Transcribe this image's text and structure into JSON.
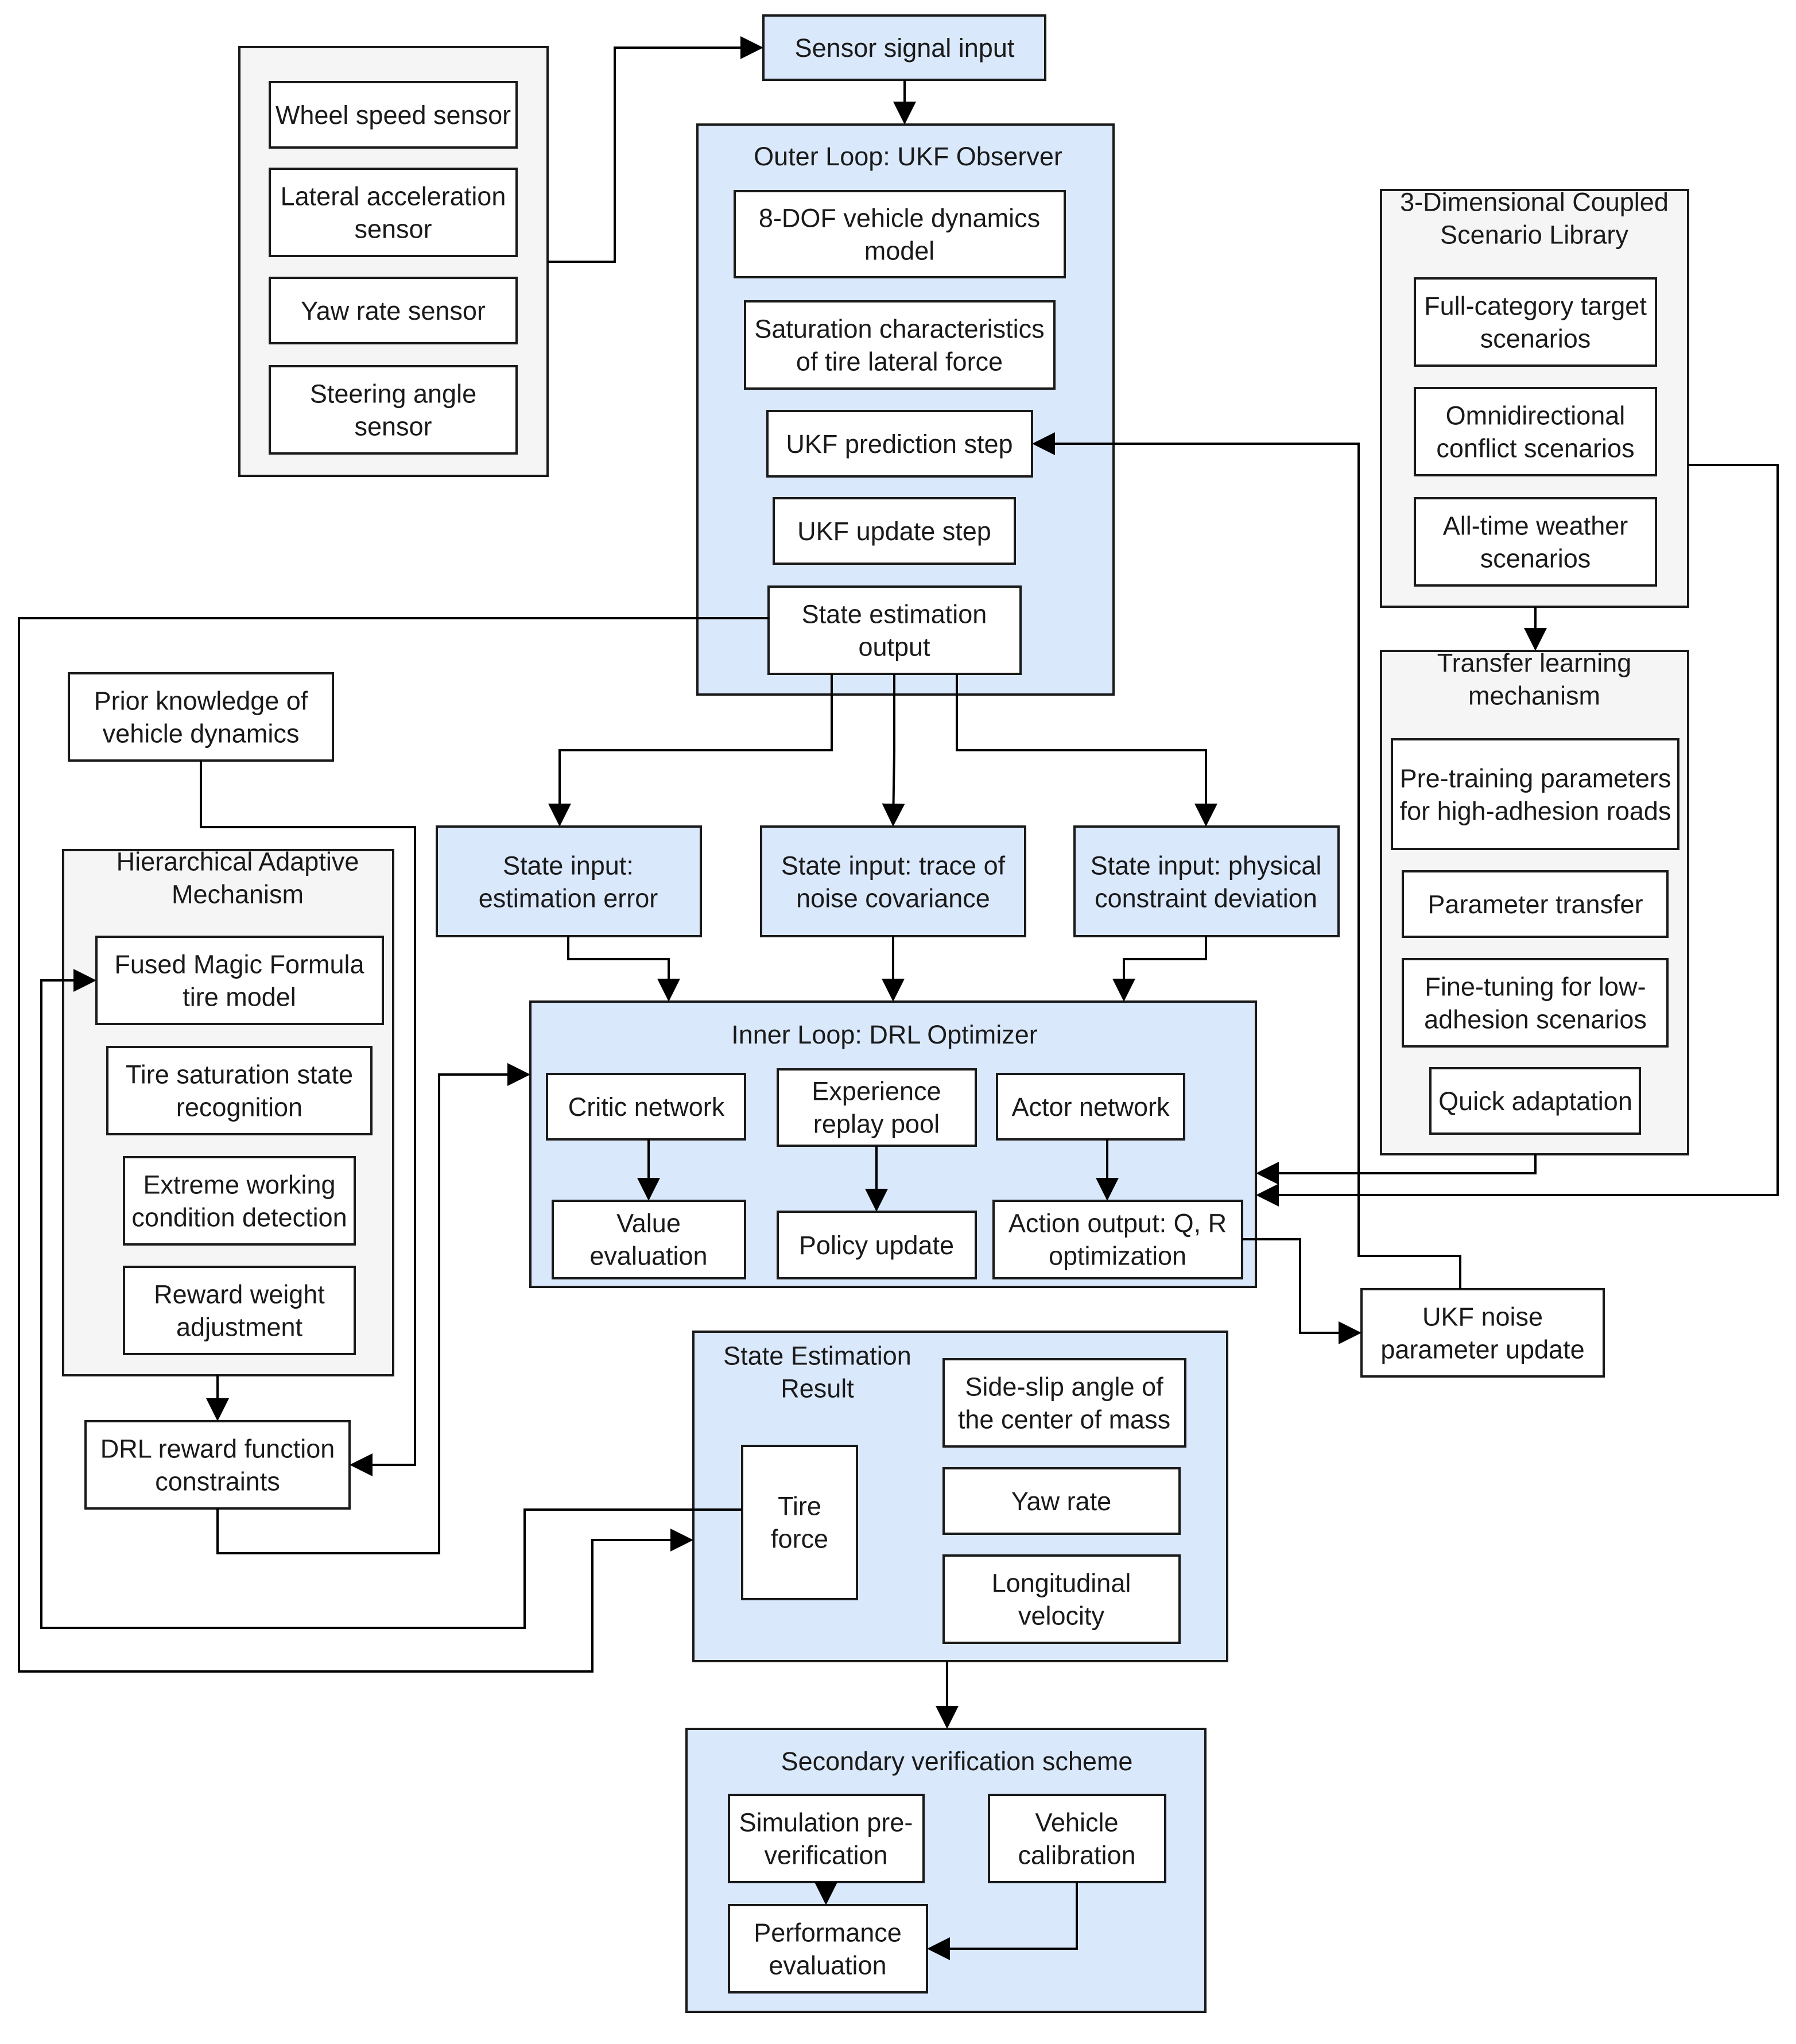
{
  "sensors": {
    "wheel_speed": [
      "Wheel speed sensor"
    ],
    "lateral_accel": [
      "Lateral acceleration",
      "sensor"
    ],
    "yaw_rate": [
      "Yaw rate sensor"
    ],
    "steering_angle": [
      "Steering angle",
      "sensor"
    ]
  },
  "sensor_signal_input": [
    "Sensor signal input"
  ],
  "outer_loop": {
    "title": [
      "Outer Loop: UKF Observer"
    ],
    "vehicle_model": [
      "8-DOF vehicle dynamics",
      "model"
    ],
    "tire_saturation": [
      "Saturation characteristics",
      "of tire lateral force"
    ],
    "prediction": [
      "UKF prediction step"
    ],
    "update": [
      "UKF update step"
    ],
    "state_output": [
      "State estimation",
      "output"
    ]
  },
  "scenario_library": {
    "title": [
      "3-Dimensional Coupled",
      "Scenario Library"
    ],
    "target": [
      "Full-category target",
      "scenarios"
    ],
    "conflict": [
      "Omnidirectional",
      "conflict scenarios"
    ],
    "weather": [
      "All-time weather",
      "scenarios"
    ]
  },
  "transfer_learning": {
    "title": [
      "Transfer learning",
      "mechanism"
    ],
    "pretraining": [
      "Pre-training parameters",
      "for high-adhesion roads"
    ],
    "transfer": [
      "Parameter transfer"
    ],
    "finetune": [
      "Fine-tuning for low-",
      "adhesion scenarios"
    ],
    "quick": [
      "Quick adaptation"
    ]
  },
  "prior_knowledge": [
    "Prior knowledge of",
    "vehicle dynamics"
  ],
  "hierarchical": {
    "title": [
      "Hierarchical Adaptive",
      "Mechanism"
    ],
    "magic_formula": [
      "Fused Magic Formula",
      "tire model"
    ],
    "saturation_recog": [
      "Tire saturation state",
      "recognition"
    ],
    "extreme": [
      "Extreme working",
      "condition detection"
    ],
    "reward_weight": [
      "Reward weight",
      "adjustment"
    ]
  },
  "state_inputs": {
    "error": [
      "State input:",
      "estimation error"
    ],
    "covariance": [
      "State input: trace of",
      "noise covariance"
    ],
    "constraint": [
      "State input: physical",
      "constraint deviation"
    ]
  },
  "inner_loop": {
    "title": [
      "Inner Loop: DRL Optimizer"
    ],
    "critic": [
      "Critic network"
    ],
    "replay": [
      "Experience",
      "replay pool"
    ],
    "actor": [
      "Actor network"
    ],
    "value": [
      "Value",
      "evaluation"
    ],
    "policy": [
      "Policy update"
    ],
    "action": [
      "Action output: Q, R",
      "optimization"
    ]
  },
  "reward_constraints": [
    "DRL reward function",
    "constraints"
  ],
  "ukf_noise_update": [
    "UKF noise",
    "parameter update"
  ],
  "result": {
    "title": [
      "State Estimation",
      "Result"
    ],
    "tire_force": [
      "Tire",
      "force"
    ],
    "sideslip": [
      "Side-slip angle of",
      "the center of mass"
    ],
    "yaw": [
      "Yaw rate"
    ],
    "velocity": [
      "Longitudinal",
      "velocity"
    ]
  },
  "verification": {
    "title": [
      "Secondary verification scheme"
    ],
    "simulation": [
      "Simulation pre-",
      "verification"
    ],
    "calibration": [
      "Vehicle",
      "calibration"
    ],
    "performance": [
      "Performance",
      "evaluation"
    ]
  },
  "colors": {
    "group_blue": "#dae8fc",
    "group_gray": "#f5f5f5",
    "stroke": "#1a1a1a"
  }
}
